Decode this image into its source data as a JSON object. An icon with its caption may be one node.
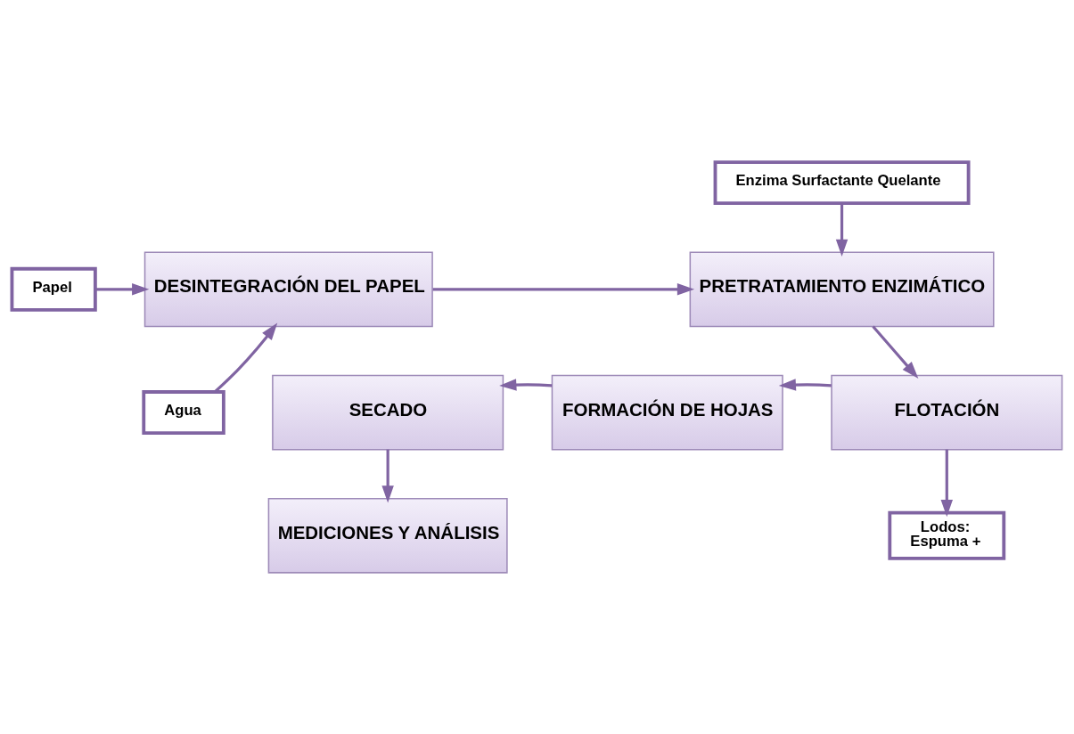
{
  "diagram": {
    "nodes": [
      {
        "text": [
          "Papel"
        ]
      },
      {
        "text": [
          "DESINTEGRACIÓN DEL PAPEL"
        ]
      },
      {
        "text": [
          "Agua"
        ]
      },
      {
        "text": [
          "Enzima Surfactante Quelante"
        ]
      },
      {
        "text": [
          "PRETRATAMIENTO ENZIMÁTICO"
        ]
      },
      {
        "text": [
          "FLOTACIÓN"
        ]
      },
      {
        "text": [
          "Lodos:",
          "Espuma +"
        ]
      },
      {
        "text": [
          "SECADO"
        ]
      },
      {
        "text": [
          "FORMACIÓN DE HOJAS"
        ]
      },
      {
        "text": [
          "MEDICIONES Y ANÁLISIS"
        ]
      }
    ],
    "edges": [
      {
        "from": 0,
        "to": 1,
        "arrow": "to"
      },
      {
        "from": 2,
        "to": 1,
        "arrow": "to"
      },
      {
        "from": 1,
        "to": 4,
        "arrow": "to"
      },
      {
        "from": 3,
        "to": 4,
        "arrow": "to"
      },
      {
        "from": 4,
        "to": 5,
        "arrow": "to"
      },
      {
        "from": 5,
        "to": 6,
        "arrow": "to"
      },
      {
        "from": 5,
        "to": 8,
        "arrow": "to"
      },
      {
        "from": 8,
        "to": 7,
        "arrow": "to"
      },
      {
        "from": 7,
        "to": 9,
        "arrow": "to"
      }
    ]
  }
}
